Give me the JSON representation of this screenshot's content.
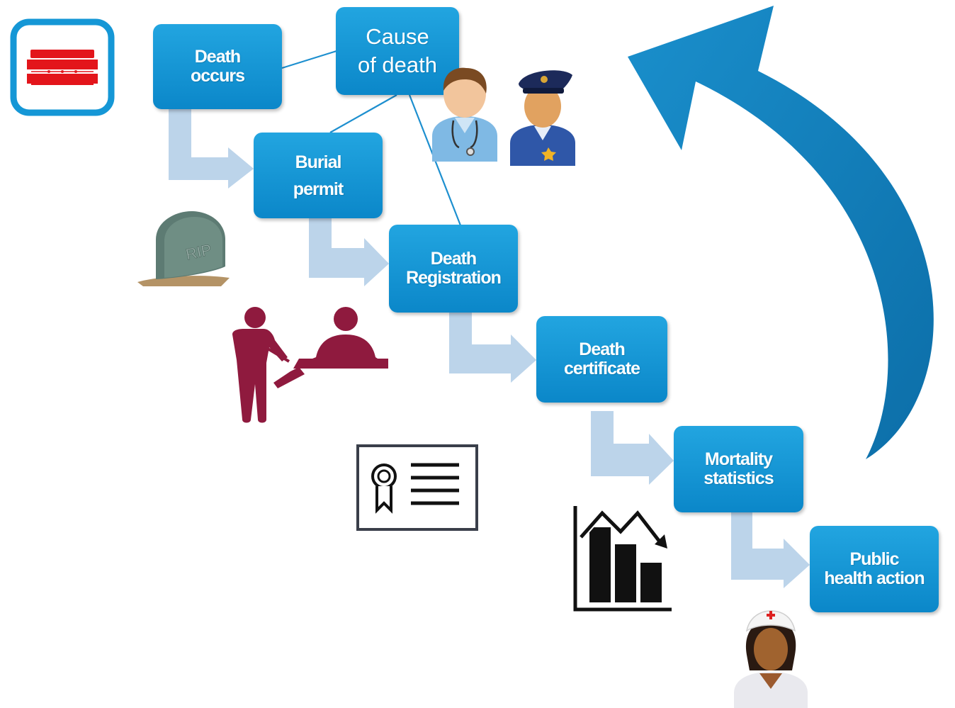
{
  "steps": {
    "death_occurs": "Death\noccurs",
    "cause_of_death": "Cause\nof death",
    "burial_permit": "Burial\npermit",
    "death_registration": "Death\nRegistration",
    "death_certificate": "Death\ncertificate",
    "mortality_statistics": "Mortality\nstatistics",
    "public_health_action": "Public\nhealth action"
  },
  "tombstone_text": "RIP",
  "colors": {
    "box": "#1597d6",
    "flow_arrow": "#bcd4ea",
    "cycle_arrow": "#1079b6",
    "connector": "#1d8fcf",
    "coffin": "#e3151b",
    "registrar_figures": "#8f1a3e"
  }
}
